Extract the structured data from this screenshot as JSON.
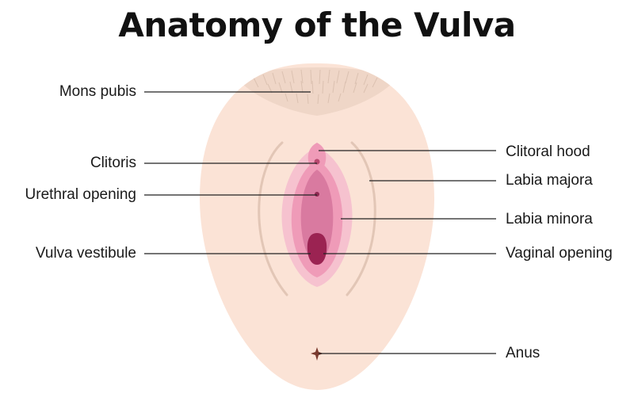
{
  "title": "Anatomy of the Vulva",
  "colors": {
    "skin": "#fbe3d6",
    "hair": "#e6cfc0",
    "fold_line": "#e2c6b6",
    "outer_pink": "#f6c2cf",
    "labia_minora": "#ef9bb8",
    "vestibule": "#d97aa0",
    "inner": "#c75e8c",
    "vaginal_opening": "#9b2352",
    "anus": "#7a3a2e",
    "leader_line": "#222222"
  },
  "labels_left": [
    {
      "id": "mons-pubis",
      "text": "Mons pubis"
    },
    {
      "id": "clitoris",
      "text": "Clitoris"
    },
    {
      "id": "urethral-opening",
      "text": "Urethral opening"
    },
    {
      "id": "vulva-vestibule",
      "text": "Vulva vestibule"
    }
  ],
  "labels_right": [
    {
      "id": "clitoral-hood",
      "text": "Clitoral hood"
    },
    {
      "id": "labia-majora",
      "text": "Labia majora"
    },
    {
      "id": "labia-minora",
      "text": "Labia minora"
    },
    {
      "id": "vaginal-opening",
      "text": "Vaginal opening"
    },
    {
      "id": "anus",
      "text": "Anus"
    }
  ]
}
